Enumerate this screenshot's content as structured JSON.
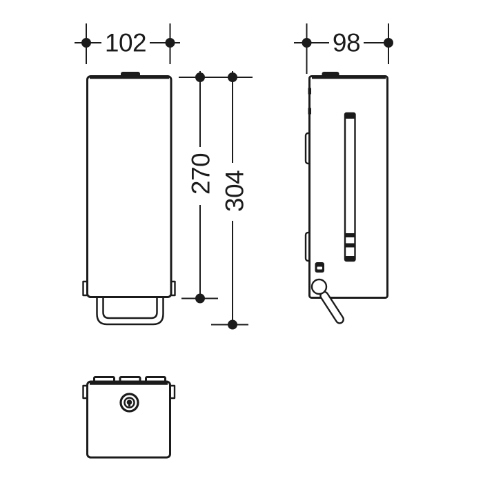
{
  "drawing": {
    "dimensions": {
      "front_width": "102",
      "side_depth": "98",
      "body_height": "270",
      "overall_height": "304"
    },
    "colors": {
      "line": "#1b1b1b",
      "background": "#ffffff"
    }
  }
}
